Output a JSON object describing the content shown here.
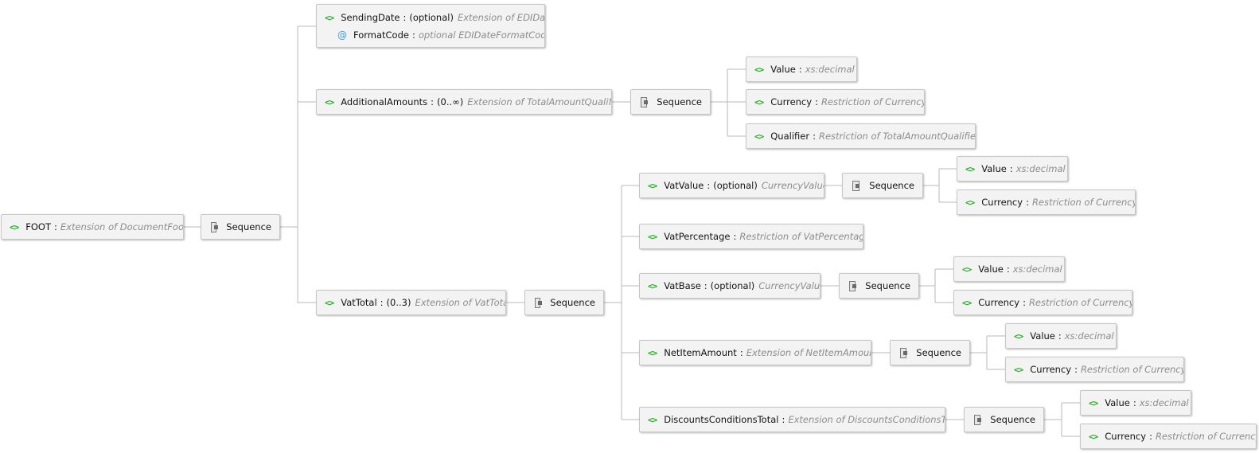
{
  "diagram": {
    "root": {
      "name": "FOOT",
      "separator": ":",
      "type": "Extension of DocumentFoot"
    },
    "root_sequence": {
      "label": "Sequence"
    },
    "sending_date": {
      "name": "SendingDate",
      "separator": ":",
      "occurrence": "(optional)",
      "type": "Extension of EDIDate",
      "attribute": {
        "name": "FormatCode",
        "separator": ":",
        "type": "optional EDIDateFormatCode"
      }
    },
    "additional_amounts": {
      "name": "AdditionalAmounts",
      "separator": ":",
      "occurrence": "(0..∞)",
      "type": "Extension of TotalAmountQualified",
      "sequence": "Sequence",
      "children": [
        {
          "name": "Value",
          "separator": ":",
          "type": "xs:decimal"
        },
        {
          "name": "Currency",
          "separator": ":",
          "type": "Restriction of Currency"
        },
        {
          "name": "Qualifier",
          "separator": ":",
          "type": "Restriction of TotalAmountQualifier"
        }
      ]
    },
    "vat_total": {
      "name": "VatTotal",
      "separator": ":",
      "occurrence": "(0..3)",
      "type": "Extension of VatTotal",
      "sequence": "Sequence",
      "children": {
        "vat_value": {
          "name": "VatValue",
          "separator": ":",
          "occurrence": "(optional)",
          "type": "CurrencyValue",
          "sequence": "Sequence",
          "children": [
            {
              "name": "Value",
              "separator": ":",
              "type": "xs:decimal"
            },
            {
              "name": "Currency",
              "separator": ":",
              "type": "Restriction of Currency"
            }
          ]
        },
        "vat_percentage": {
          "name": "VatPercentage",
          "separator": ":",
          "type": "Restriction of VatPercentage"
        },
        "vat_base": {
          "name": "VatBase",
          "separator": ":",
          "occurrence": "(optional)",
          "type": "CurrencyValue",
          "sequence": "Sequence",
          "children": [
            {
              "name": "Value",
              "separator": ":",
              "type": "xs:decimal"
            },
            {
              "name": "Currency",
              "separator": ":",
              "type": "Restriction of Currency"
            }
          ]
        },
        "net_item_amount": {
          "name": "NetItemAmount",
          "separator": ":",
          "type": "Extension of NetItemAmount",
          "sequence": "Sequence",
          "children": [
            {
              "name": "Value",
              "separator": ":",
              "type": "xs:decimal"
            },
            {
              "name": "Currency",
              "separator": ":",
              "type": "Restriction of Currency"
            }
          ]
        },
        "discounts_conditions_total": {
          "name": "DiscountsConditionsTotal",
          "separator": ":",
          "type": "Extension of DiscountsConditionsTotal",
          "sequence": "Sequence",
          "children": [
            {
              "name": "Value",
              "separator": ":",
              "type": "xs:decimal"
            },
            {
              "name": "Currency",
              "separator": ":",
              "type": "Restriction of Currency"
            }
          ]
        }
      }
    },
    "icons": {
      "element": "<>",
      "attribute": "@",
      "sequence": "sequence-compositor-icon"
    },
    "colors": {
      "element_icon": "#22b422",
      "attribute_icon": "#3a9be0",
      "type_text": "#8c8c8c",
      "node_background": "#f3f3f3",
      "connector": "#c8c8c8"
    }
  }
}
